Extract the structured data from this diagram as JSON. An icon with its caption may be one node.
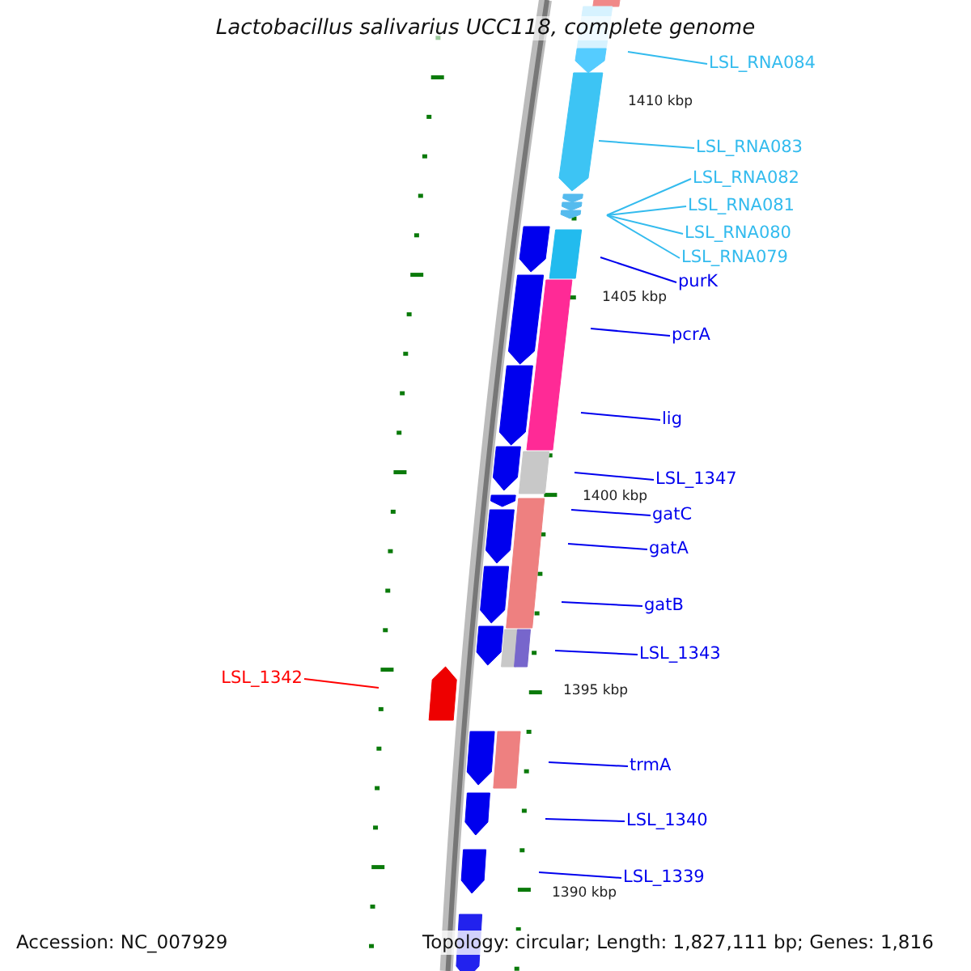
{
  "diagram": {
    "title": "Lactobacillus salivarius UCC118, complete genome",
    "nodes": [
      {
        "text": [
          "LSL_RNA084"
        ]
      },
      {
        "text": [
          "LSL_RNA083"
        ]
      },
      {
        "text": [
          "LSL_RNA082"
        ]
      },
      {
        "text": [
          "LSL_RNA081"
        ]
      },
      {
        "text": [
          "LSL_RNA080"
        ]
      },
      {
        "text": [
          "LSL_RNA079"
        ]
      },
      {
        "text": [
          "purK"
        ]
      },
      {
        "text": [
          "pcrA"
        ]
      },
      {
        "text": [
          "lig"
        ]
      },
      {
        "text": [
          "LSL_1347"
        ]
      },
      {
        "text": [
          "gatC"
        ]
      },
      {
        "text": [
          "gatA"
        ]
      },
      {
        "text": [
          "gatB"
        ]
      },
      {
        "text": [
          "LSL_1343"
        ]
      },
      {
        "text": [
          "LSL_1342"
        ]
      },
      {
        "text": [
          "trmA"
        ]
      },
      {
        "text": [
          "LSL_1340"
        ]
      },
      {
        "text": [
          "LSL_1339"
        ]
      }
    ],
    "edges": [
      {
        "from": 0,
        "to": null,
        "arrow": "none",
        "color": "#33bbee"
      },
      {
        "from": 1,
        "to": null,
        "arrow": "none",
        "color": "#33bbee"
      },
      {
        "from": 2,
        "to": null,
        "arrow": "none",
        "color": "#33bbee"
      },
      {
        "from": 3,
        "to": null,
        "arrow": "none",
        "color": "#33bbee"
      },
      {
        "from": 4,
        "to": null,
        "arrow": "none",
        "color": "#33bbee"
      },
      {
        "from": 5,
        "to": null,
        "arrow": "none",
        "color": "#33bbee"
      },
      {
        "from": 6,
        "to": null,
        "arrow": "none"
      },
      {
        "from": 7,
        "to": null,
        "arrow": "none"
      },
      {
        "from": 8,
        "to": null,
        "arrow": "none"
      },
      {
        "from": 9,
        "to": null,
        "arrow": "none"
      },
      {
        "from": 10,
        "to": null,
        "arrow": "none"
      },
      {
        "from": 11,
        "to": null,
        "arrow": "none"
      },
      {
        "from": 12,
        "to": null,
        "arrow": "none"
      },
      {
        "from": 13,
        "to": null,
        "arrow": "none"
      },
      {
        "from": 14,
        "to": null,
        "arrow": "none",
        "color": "#ff0000"
      },
      {
        "from": 15,
        "to": null,
        "arrow": "none"
      },
      {
        "from": 16,
        "to": null,
        "arrow": "none"
      },
      {
        "from": 17,
        "to": null,
        "arrow": "none"
      }
    ],
    "labels": [
      "1410 kbp",
      "1405 kbp",
      "1400 kbp",
      "1395 kbp",
      "1390 kbp",
      "Accession: NC_007929",
      "Topology: circular; Length: 1,827,111 bp; Genes: 1,816"
    ]
  }
}
